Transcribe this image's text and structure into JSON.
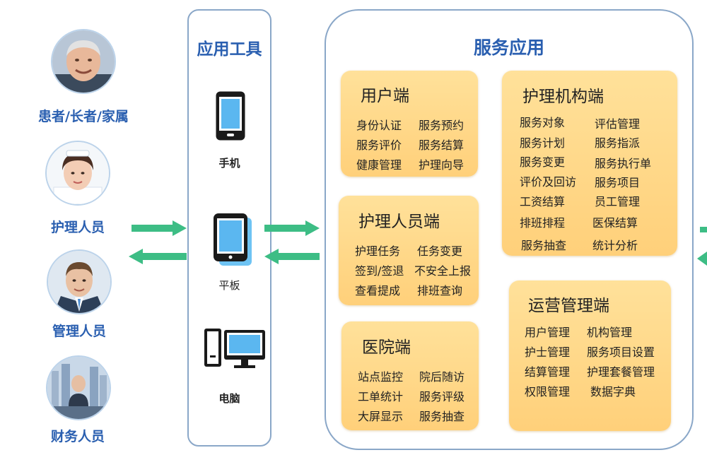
{
  "users": [
    {
      "label": "患者/长者/家属",
      "icon": "elderly-person-avatar"
    },
    {
      "label": "护理人员",
      "icon": "nurse-avatar"
    },
    {
      "label": "管理人员",
      "icon": "manager-avatar"
    },
    {
      "label": "财务人员",
      "icon": "finance-avatar"
    }
  ],
  "tools": {
    "title": "应用工具",
    "devices": [
      {
        "label": "手机",
        "icon": "phone-icon"
      },
      {
        "label": "平板",
        "icon": "tablet-icon"
      },
      {
        "label": "电脑",
        "icon": "desktop-icon"
      }
    ]
  },
  "services": {
    "title": "服务应用",
    "user_client": {
      "title": "用户端",
      "items": [
        "身份认证",
        "服务预约",
        "服务评价",
        "服务结算",
        "健康管理",
        "护理向导"
      ]
    },
    "nurse_client": {
      "title": "护理人员端",
      "items": [
        "护理任务",
        "任务变更",
        "签到/签退",
        "不安全上报",
        "查看提成",
        "排班查询"
      ]
    },
    "hospital_client": {
      "title": "医院端",
      "items": [
        "站点监控",
        "院后随访",
        "工单统计",
        "服务评级",
        "大屏显示",
        "服务抽查"
      ]
    },
    "agency_client": {
      "title": "护理机构端",
      "items": [
        "服务对象",
        "评估管理",
        "服务计划",
        "服务指派",
        "服务变更",
        "服务执行单",
        "评价及回访",
        "服务项目",
        "工资结算",
        "员工管理",
        "排班排程",
        "医保结算",
        "服务抽查",
        "统计分析"
      ]
    },
    "ops_client": {
      "title": "运营管理端",
      "items": [
        "用户管理",
        "机构管理",
        "护士管理",
        "服务项目设置",
        "结算管理",
        "护理套餐管理",
        "权限管理",
        "数据字典"
      ]
    }
  },
  "colors": {
    "accent_blue": "#2a5fb0",
    "arrow_green": "#3dbd85",
    "card_orange": "#ffd07a",
    "panel_border": "#8aa7c8"
  }
}
